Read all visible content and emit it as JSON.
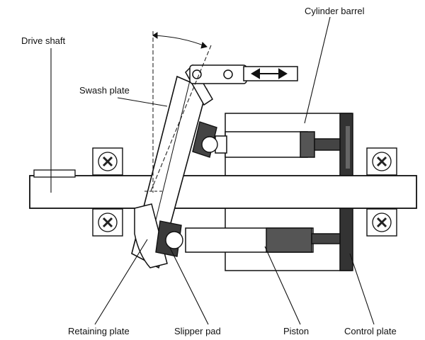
{
  "labels": {
    "cylinder_barrel": "Cylinder barrel",
    "drive_shaft": "Drive shaft",
    "swash_plate": "Swash plate",
    "retaining_plate": "Retaining plate",
    "slipper_pad": "Slipper pad",
    "piston": "Piston",
    "control_plate": "Control plate"
  },
  "colors": {
    "ink": "#111111",
    "shade_dark": "#3a3a3a",
    "shade_mid": "#6a6a6a",
    "shade_light": "#d9d9d9",
    "paper": "#ffffff"
  },
  "icons": {
    "motion_arrow": "double-headed-arrow-icon",
    "bearing": "ball-bearing-icon",
    "ball_joint": "ball-joint-icon"
  }
}
